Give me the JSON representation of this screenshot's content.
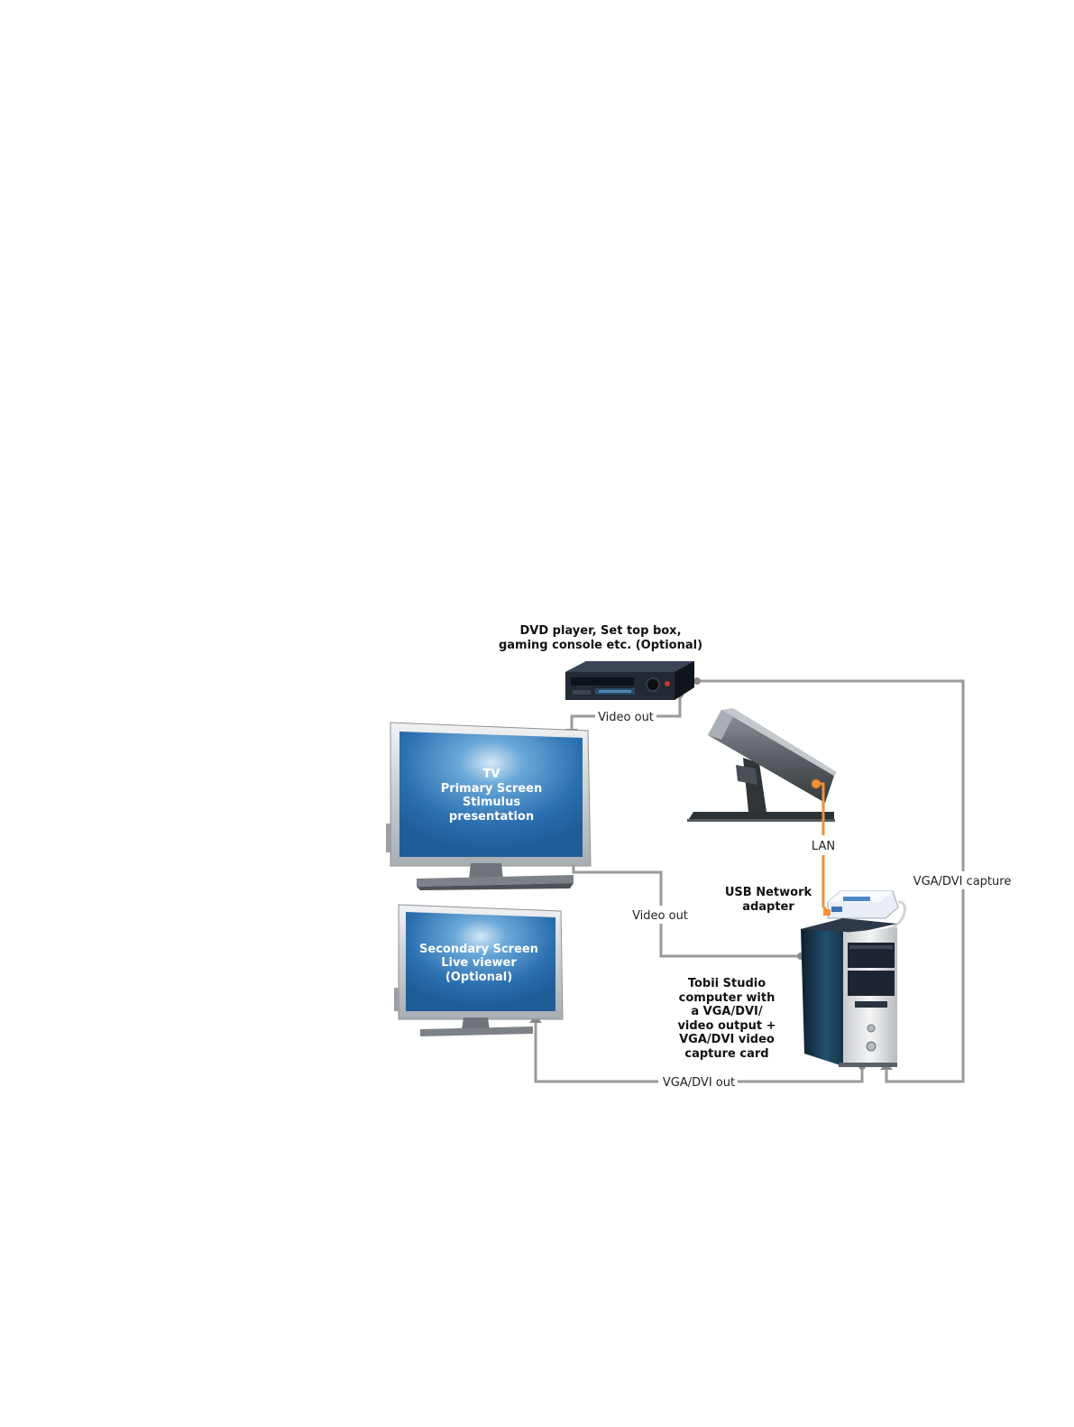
{
  "devices": {
    "dvd_title_line1": "DVD player, Set top box,",
    "dvd_title_line2": "gaming console etc. (Optional)",
    "tv_lines": [
      "TV",
      "Primary Screen",
      "Stimulus",
      "presentation"
    ],
    "secondary_lines": [
      "Secondary Screen",
      "Live viewer",
      "(Optional)"
    ],
    "usb_lines": [
      "USB Network",
      "adapter"
    ],
    "computer_lines": [
      "Tobii Studio",
      "computer with",
      "a VGA/DVI/",
      "video output +",
      "VGA/DVI video",
      "capture card"
    ]
  },
  "connections": {
    "video_out_top": "Video out",
    "video_out_mid": "Video out",
    "lan": "LAN",
    "vga_dvi_capture": "VGA/DVI capture",
    "vga_dvi_out": "VGA/DVI out"
  },
  "colors": {
    "cable": "#9a9a9a",
    "lan_cable": "#f0923a",
    "screen_blue": "#2f7dbf",
    "device_dark": "#1e2733"
  }
}
